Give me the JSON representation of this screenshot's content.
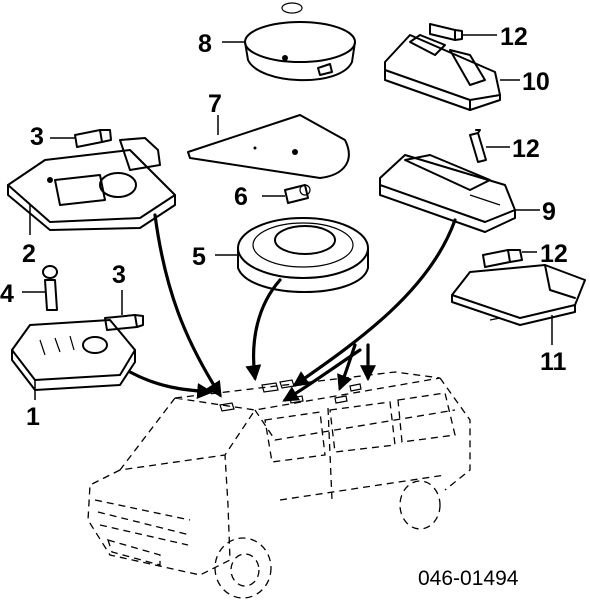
{
  "diagram": {
    "callouts": {
      "c1": "1",
      "c2": "2",
      "c3a": "3",
      "c3b": "3",
      "c4": "4",
      "c5": "5",
      "c6": "6",
      "c7": "7",
      "c8": "8",
      "c9": "9",
      "c10": "10",
      "c11": "11",
      "c12a": "12",
      "c12b": "12",
      "c12c": "12"
    },
    "catalog_number": "046-01494"
  }
}
